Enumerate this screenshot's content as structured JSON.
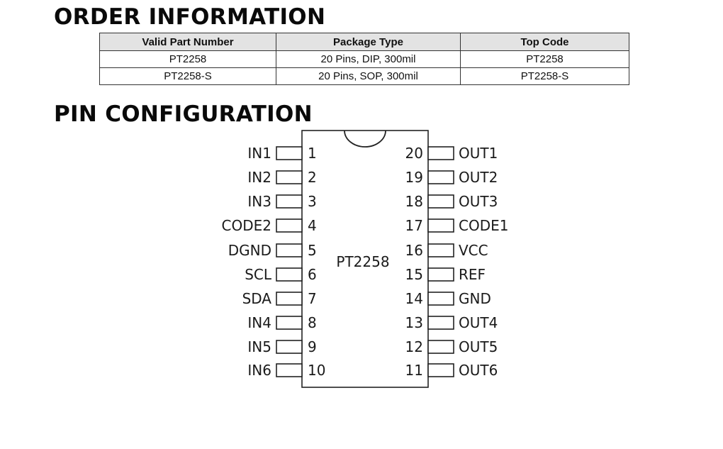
{
  "order_information": {
    "heading": "ORDER INFORMATION",
    "columns": [
      "Valid Part Number",
      "Package Type",
      "Top Code"
    ],
    "rows": [
      [
        "PT2258",
        "20 Pins, DIP, 300mil",
        "PT2258"
      ],
      [
        "PT2258-S",
        "20 Pins, SOP, 300mil",
        "PT2258-S"
      ]
    ]
  },
  "pin_configuration": {
    "heading": "PIN CONFIGURATION",
    "chip_name": "PT2258",
    "left_pins": [
      {
        "number": "1",
        "name": "IN1"
      },
      {
        "number": "2",
        "name": "IN2"
      },
      {
        "number": "3",
        "name": "IN3"
      },
      {
        "number": "4",
        "name": "CODE2"
      },
      {
        "number": "5",
        "name": "DGND"
      },
      {
        "number": "6",
        "name": "SCL"
      },
      {
        "number": "7",
        "name": "SDA"
      },
      {
        "number": "8",
        "name": "IN4"
      },
      {
        "number": "9",
        "name": "IN5"
      },
      {
        "number": "10",
        "name": "IN6"
      }
    ],
    "right_pins": [
      {
        "number": "20",
        "name": "OUT1"
      },
      {
        "number": "19",
        "name": "OUT2"
      },
      {
        "number": "18",
        "name": "OUT3"
      },
      {
        "number": "17",
        "name": "CODE1"
      },
      {
        "number": "16",
        "name": "VCC"
      },
      {
        "number": "15",
        "name": "REF"
      },
      {
        "number": "14",
        "name": "GND"
      },
      {
        "number": "13",
        "name": "OUT4"
      },
      {
        "number": "12",
        "name": "OUT5"
      },
      {
        "number": "11",
        "name": "OUT6"
      }
    ]
  }
}
